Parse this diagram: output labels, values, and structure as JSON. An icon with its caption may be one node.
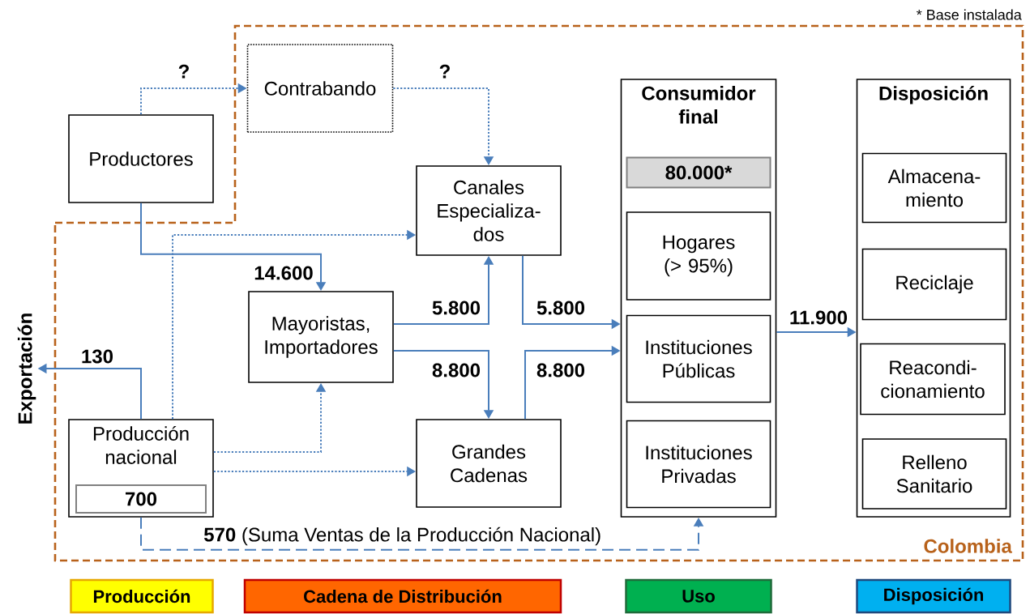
{
  "diagram": {
    "nodes": [
      {
        "text": [
          "Productores"
        ]
      },
      {
        "text": [
          "Contrabando"
        ]
      },
      {
        "text": [
          "Canales Especializa- dos"
        ]
      },
      {
        "text": [
          "Mayoristas, Importadores"
        ]
      },
      {
        "text": [
          "Producción nacional"
        ]
      },
      {
        "text": [
          "700"
        ],
        "in": 4
      },
      {
        "text": [
          "Grandes Cadenas"
        ]
      },
      {
        "text": [
          "Consumidor final"
        ]
      },
      {
        "text": [
          "80.000*"
        ],
        "in": 7
      },
      {
        "text": [
          "Hogares (> 95%)"
        ],
        "in": 7
      },
      {
        "text": [
          "Instituciones Públicas"
        ],
        "in": 7
      },
      {
        "text": [
          "Instituciones Privadas"
        ],
        "in": 7
      },
      {
        "text": [
          "Disposición"
        ]
      },
      {
        "text": [
          "Almacena- miento"
        ],
        "in": 12
      },
      {
        "text": [
          "Reciclaje"
        ],
        "in": 12
      },
      {
        "text": [
          "Reacondi- cionamiento"
        ],
        "in": 12
      },
      {
        "text": [
          "Relleno Sanitario"
        ],
        "in": 12
      },
      {
        "text": [
          "Exportación"
        ]
      }
    ],
    "edges": [
      {
        "from": 0,
        "to": 1,
        "arrow": "to",
        "label": "?",
        "style": "dashed"
      },
      {
        "from": 1,
        "to": 2,
        "arrow": "to",
        "label": "?",
        "style": "dashed"
      },
      {
        "from": 0,
        "to": 3,
        "arrow": "to",
        "label": "14.600"
      },
      {
        "from": 4,
        "to": 2,
        "arrow": "to",
        "style": "dashed"
      },
      {
        "from": 3,
        "to": 2,
        "arrow": "to",
        "label": "5.800"
      },
      {
        "from": 3,
        "to": 6,
        "arrow": "to",
        "label": "8.800"
      },
      {
        "from": 2,
        "to": 7,
        "arrow": "to",
        "label": "5.800"
      },
      {
        "from": 6,
        "to": 7,
        "arrow": "to",
        "label": "8.800"
      },
      {
        "from": 4,
        "to": 3,
        "arrow": "to",
        "style": "dashed"
      },
      {
        "from": 4,
        "to": 6,
        "arrow": "to",
        "style": "dashed"
      },
      {
        "from": 4,
        "to": 17,
        "arrow": "to",
        "label": "130"
      },
      {
        "from": 4,
        "to": 7,
        "arrow": "to",
        "label": "**570**  (Suma Ventas de la Producción Nacional)",
        "style": "dashed"
      },
      {
        "from": 7,
        "to": 12,
        "arrow": "to",
        "label": "11.900"
      }
    ],
    "labels": [
      "* Base instalada",
      "Colombia"
    ],
    "legend": [
      {
        "text": "Producción",
        "color": "#ffff00"
      },
      {
        "text": "Cadena de Distribución",
        "color": "#ff6600"
      },
      {
        "text": "Uso",
        "color": "#00b050"
      },
      {
        "text": "Disposición",
        "color": "#00b0f0"
      }
    ]
  }
}
